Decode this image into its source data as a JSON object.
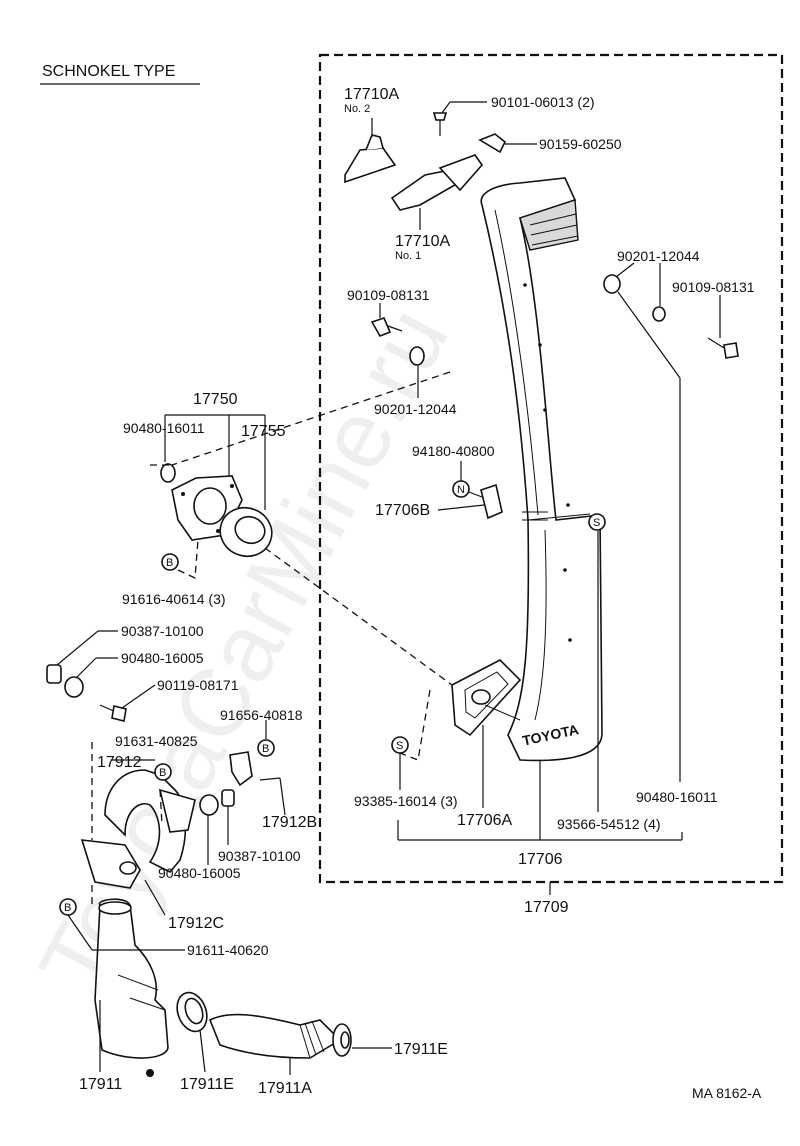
{
  "title": "SCHNOKEL TYPE",
  "figure_code": "MA  8162-A",
  "watermark": "ToyotaCarMine.ru",
  "callouts": {
    "c_17710A_2": "17710A",
    "c_17710A_2_sub": "No. 2",
    "c_90101": "90101-06013 (2)",
    "c_90159": "90159-60250",
    "c_17710A_1": "17710A",
    "c_17710A_1_sub": "No. 1",
    "c_90201_r": "90201-12044",
    "c_90109_r": "90109-08131",
    "c_90109_l": "90109-08131",
    "c_90201_l": "90201-12044",
    "c_17750": "17750",
    "c_90480_16011_l": "90480-16011",
    "c_17755": "17755",
    "c_94180": "94180-40800",
    "c_17706B": "17706B",
    "c_91616": "91616-40614 (3)",
    "c_90387_t": "90387-10100",
    "c_90480_16005_t": "90480-16005",
    "c_90119": "90119-08171",
    "c_91656": "91656-40818",
    "c_91631": "91631-40825",
    "c_17912": "17912",
    "c_17912B": "17912B",
    "c_90387_b": "90387-10100",
    "c_90480_16005_b": "90480-16005",
    "c_17912C": "17912C",
    "c_91611": "91611-40620",
    "c_93385": "93385-16014 (3)",
    "c_17706A": "17706A",
    "c_93566": "93566-54512 (4)",
    "c_90480_16011_r": "90480-16011",
    "c_17706": "17706",
    "c_17709": "17709",
    "c_17911": "17911",
    "c_17911E_b": "17911E",
    "c_17911A": "17911A",
    "c_17911E_r": "17911E"
  },
  "markers": {
    "B": "B",
    "S": "S",
    "N": "N"
  },
  "snorkel_logo": "TOYOTA"
}
